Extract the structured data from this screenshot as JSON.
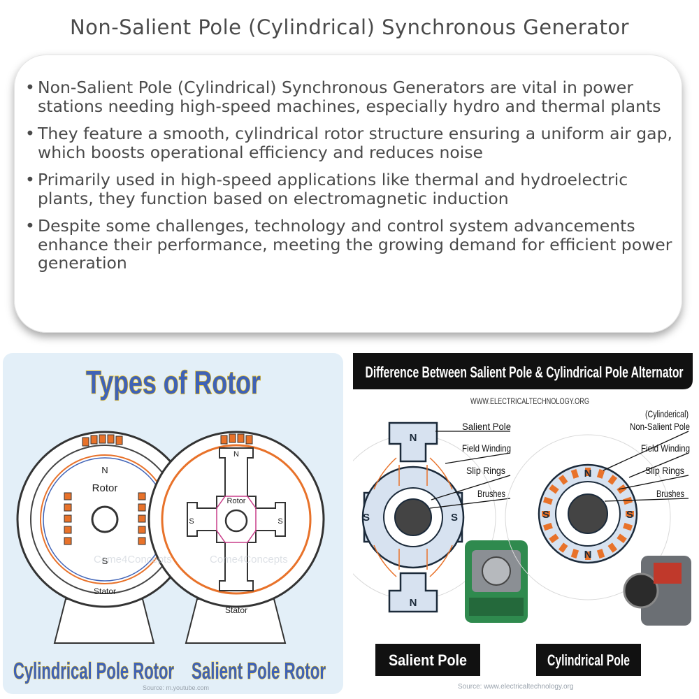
{
  "title": "Non-Salient Pole (Cylindrical) Synchronous Generator",
  "bullets": [
    "Non-Salient Pole (Cylindrical) Synchronous Generators are vital in power stations needing high-speed machines, especially hydro and thermal plants",
    "They feature a smooth, cylindrical rotor structure ensuring a uniform air gap, which boosts operational efficiency and reduces noise",
    "Primarily used in high-speed applications like thermal and hydroelectric plants, they function based on electromagnetic induction",
    "Despite some challenges, technology and control system advancements enhance their performance, meeting the growing demand for efficient power generation"
  ],
  "left_image": {
    "heading": "Types of Rotor",
    "left_rotor": {
      "north": "N",
      "south": "S",
      "rotor": "Rotor",
      "stator": "Stator",
      "caption": "Cylindrical Pole Rotor"
    },
    "right_rotor": {
      "north": "N",
      "south_top": "S",
      "south_right": "S",
      "rotor": "Rotor",
      "stator": "Stator",
      "caption": "Salient Pole Rotor"
    },
    "watermark": "Come4Concepts",
    "source": "Source: m.youtube.com"
  },
  "right_image": {
    "banner": "Difference Between Salient Pole & Cylindrical Pole Alternator",
    "website": "WWW.ELECTRICALTECHNOLOGY.ORG",
    "salient_labels": [
      "Salient Pole",
      "Field Winding",
      "Slip Rings",
      "Brushes"
    ],
    "salient_poles": {
      "top": "N",
      "bottom": "N",
      "left": "S",
      "right": "S"
    },
    "cyl_label_top": "(Cylinderical)",
    "cyl_label_bottom": "Non-Salient Pole",
    "cyl_labels": [
      "Field Winding",
      "Slip Rings",
      "Brushes"
    ],
    "cyl_poles": {
      "top": "N",
      "bottom": "N",
      "left": "S",
      "right": "S"
    },
    "caption_left": "Salient Pole",
    "caption_right": "Cylindrical Pole",
    "source": "Source: www.electricaltechnology.org"
  },
  "colors": {
    "text": "#4a4a4a",
    "heading_blue": "#3f62b6",
    "heading_gold": "#f5c518",
    "panel_bg": "#e3eff8",
    "coil_orange": "#e8722a",
    "banner_bg": "#111111"
  }
}
